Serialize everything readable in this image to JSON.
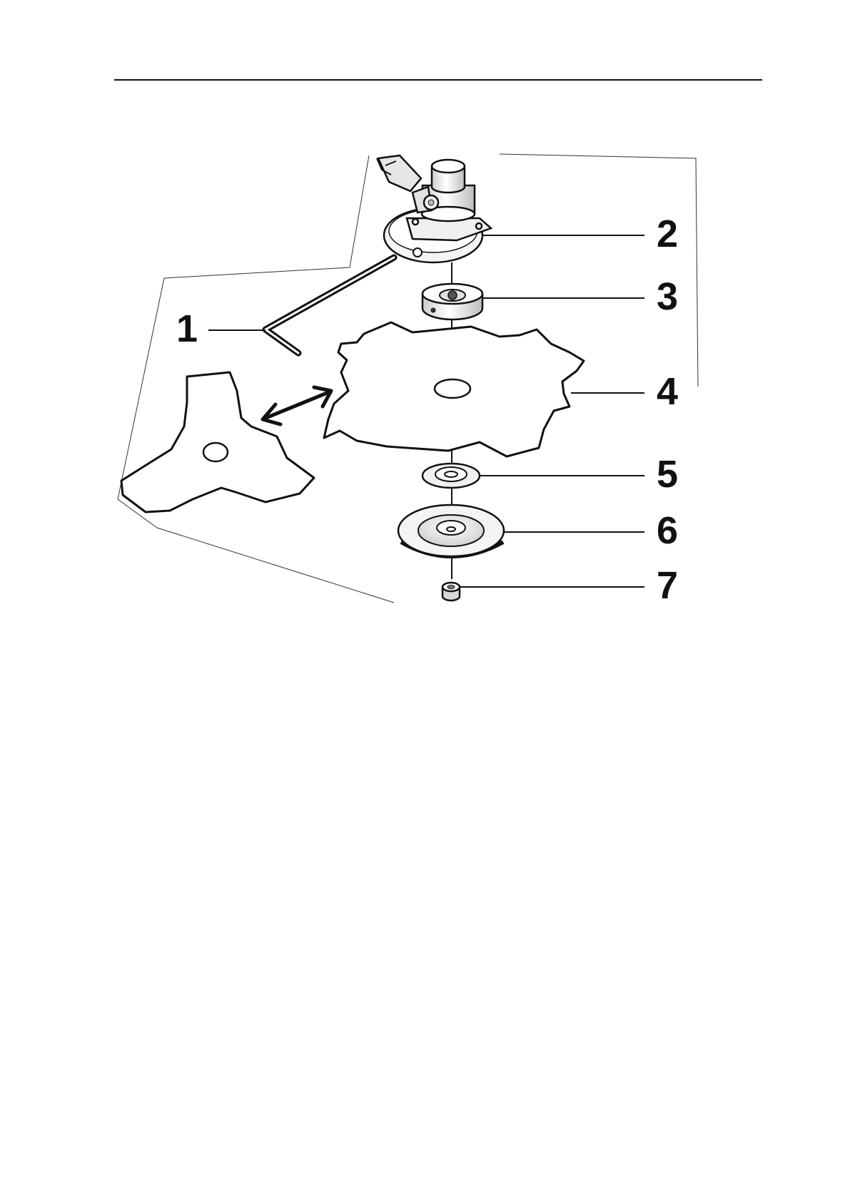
{
  "document": {
    "colors": {
      "ink": "#111111",
      "paper": "#ffffff",
      "part_fill": "#f2f2f2",
      "part_shade": "#d6d6d6",
      "dark_shade": "#9a9a9a"
    }
  },
  "figure": {
    "callouts": [
      {
        "number": "1",
        "part": "hex-key"
      },
      {
        "number": "2",
        "part": "gear-head-flange"
      },
      {
        "number": "3",
        "part": "upper-blade-holder"
      },
      {
        "number": "4",
        "part": "four-tooth-blade"
      },
      {
        "number": "5",
        "part": "lower-washer"
      },
      {
        "number": "6",
        "part": "guard-cup"
      },
      {
        "number": "7",
        "part": "blade-nut"
      }
    ],
    "alternative_blade": "three-tooth-blade",
    "swap_arrow": "double-headed-arrow"
  }
}
